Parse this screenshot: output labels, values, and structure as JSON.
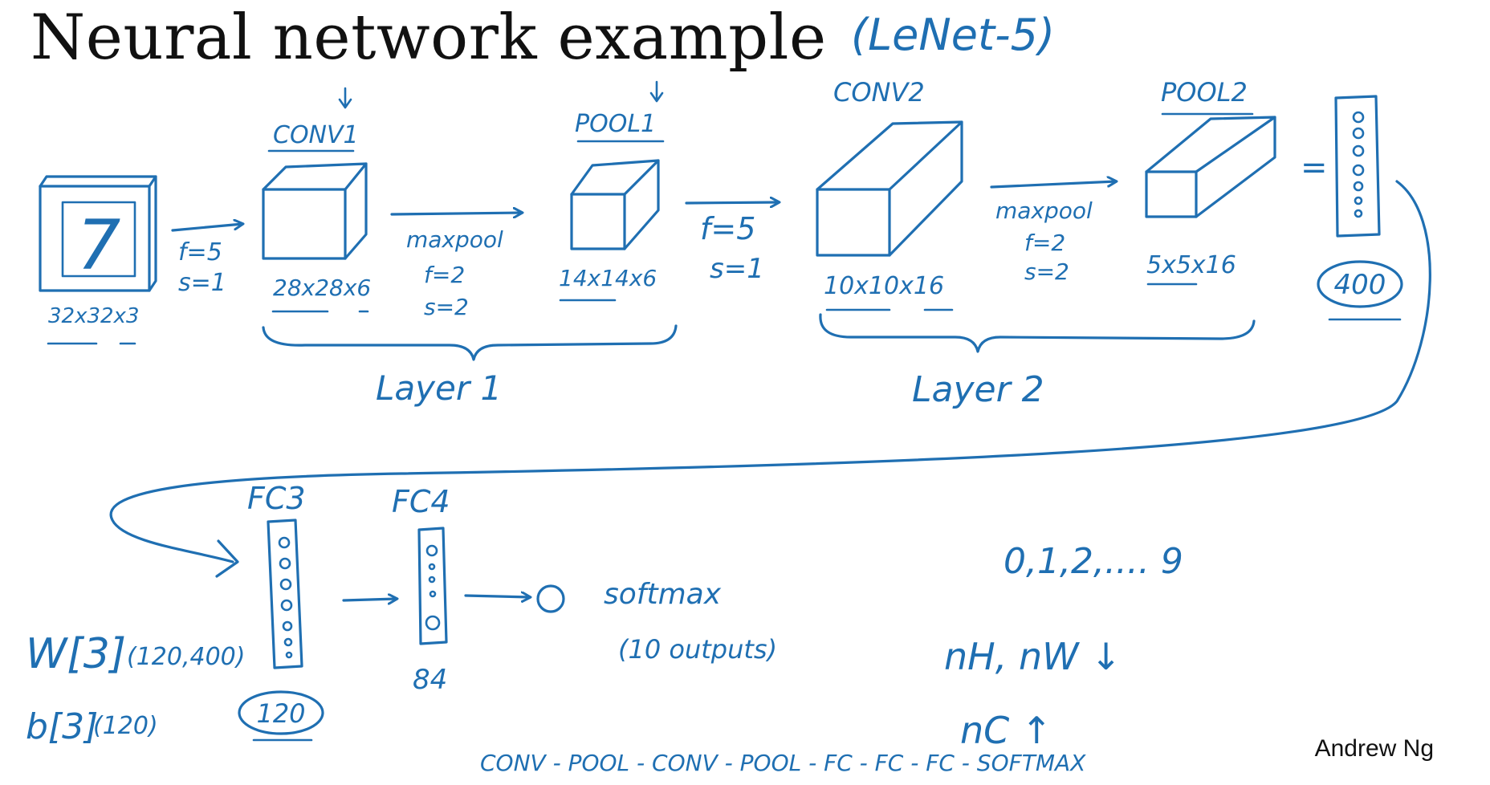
{
  "title": "Neural network example",
  "subtitle": "(LeNet-5)",
  "author": "Andrew Ng",
  "input": {
    "glyph": "7",
    "dims": "32x32x3"
  },
  "step1": {
    "f": "f=5",
    "s": "s=1"
  },
  "conv1": {
    "label": "CONV1",
    "dims": "28x28x6"
  },
  "pool_step1": {
    "op": "maxpool",
    "f": "f=2",
    "s": "s=2"
  },
  "pool1": {
    "label": "POOL1",
    "dims": "14x14x6"
  },
  "step2": {
    "f": "f=5",
    "s": "s=1"
  },
  "conv2": {
    "label": "CONV2",
    "dims": "10x10x16"
  },
  "pool_step2": {
    "op": "maxpool",
    "f": "f=2",
    "s": "s=2"
  },
  "pool2": {
    "label": "POOL2",
    "dims": "5x5x16"
  },
  "layer1": "Layer 1",
  "layer2": "Layer 2",
  "flatten": {
    "equals": "=",
    "count": "400"
  },
  "fc3": {
    "label": "FC3",
    "count": "120"
  },
  "fc4": {
    "label": "FC4",
    "count": "84"
  },
  "weights": {
    "w": "W[3]",
    "w_shape": "(120,400)",
    "b": "b[3]",
    "b_shape": "(120)"
  },
  "output": {
    "node": "O",
    "label": "softmax",
    "note": "(10 outputs)"
  },
  "classes": "0,1,2,.... 9",
  "trend1": "nH, nW ↓",
  "trend2": "nC ↑",
  "sequence": "CONV - POOL - CONV - POOL - FC - FC - FC - SOFTMAX"
}
